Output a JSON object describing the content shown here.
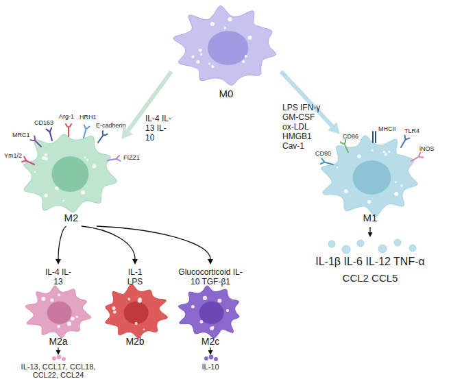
{
  "diagram": {
    "nodes": [
      {
        "text": [
          "M0"
        ]
      },
      {
        "text": [
          "M2"
        ]
      },
      {
        "text": [
          "M1"
        ]
      },
      {
        "text": [
          "M2a"
        ]
      },
      {
        "text": [
          "M2b"
        ]
      },
      {
        "text": [
          "M2c"
        ]
      }
    ],
    "edges": [
      {
        "from": 0,
        "to": 1,
        "arrow": "to",
        "label": "IL-4 IL-13 IL-10"
      },
      {
        "from": 0,
        "to": 2,
        "arrow": "to",
        "label": "LPS IFN-γ GM-CSF ox-LDL HMGB1 Cav-1"
      },
      {
        "from": 1,
        "to": 3,
        "arrow": "to",
        "label": "IL-4 IL-13"
      },
      {
        "from": 1,
        "to": 4,
        "arrow": "to",
        "label": "IL-1 LPS"
      },
      {
        "from": 1,
        "to": 5,
        "arrow": "to",
        "label": "Glucocorticoid IL-10 TGF-β1"
      }
    ],
    "labels": [
      "Ym1/2",
      "MRC1",
      "CD163",
      "Arg-1",
      "HRH1",
      "E-cadherin",
      "FIZZ1",
      "CD80",
      "CD86",
      "MHCII",
      "TLR4",
      "iNOS",
      "IL-1β IL-6 IL-12 TNF-α",
      "CCL2 CCL5",
      "IL-13, CCL17, CCL18, CCL22, CCL24",
      "IL-10"
    ]
  }
}
